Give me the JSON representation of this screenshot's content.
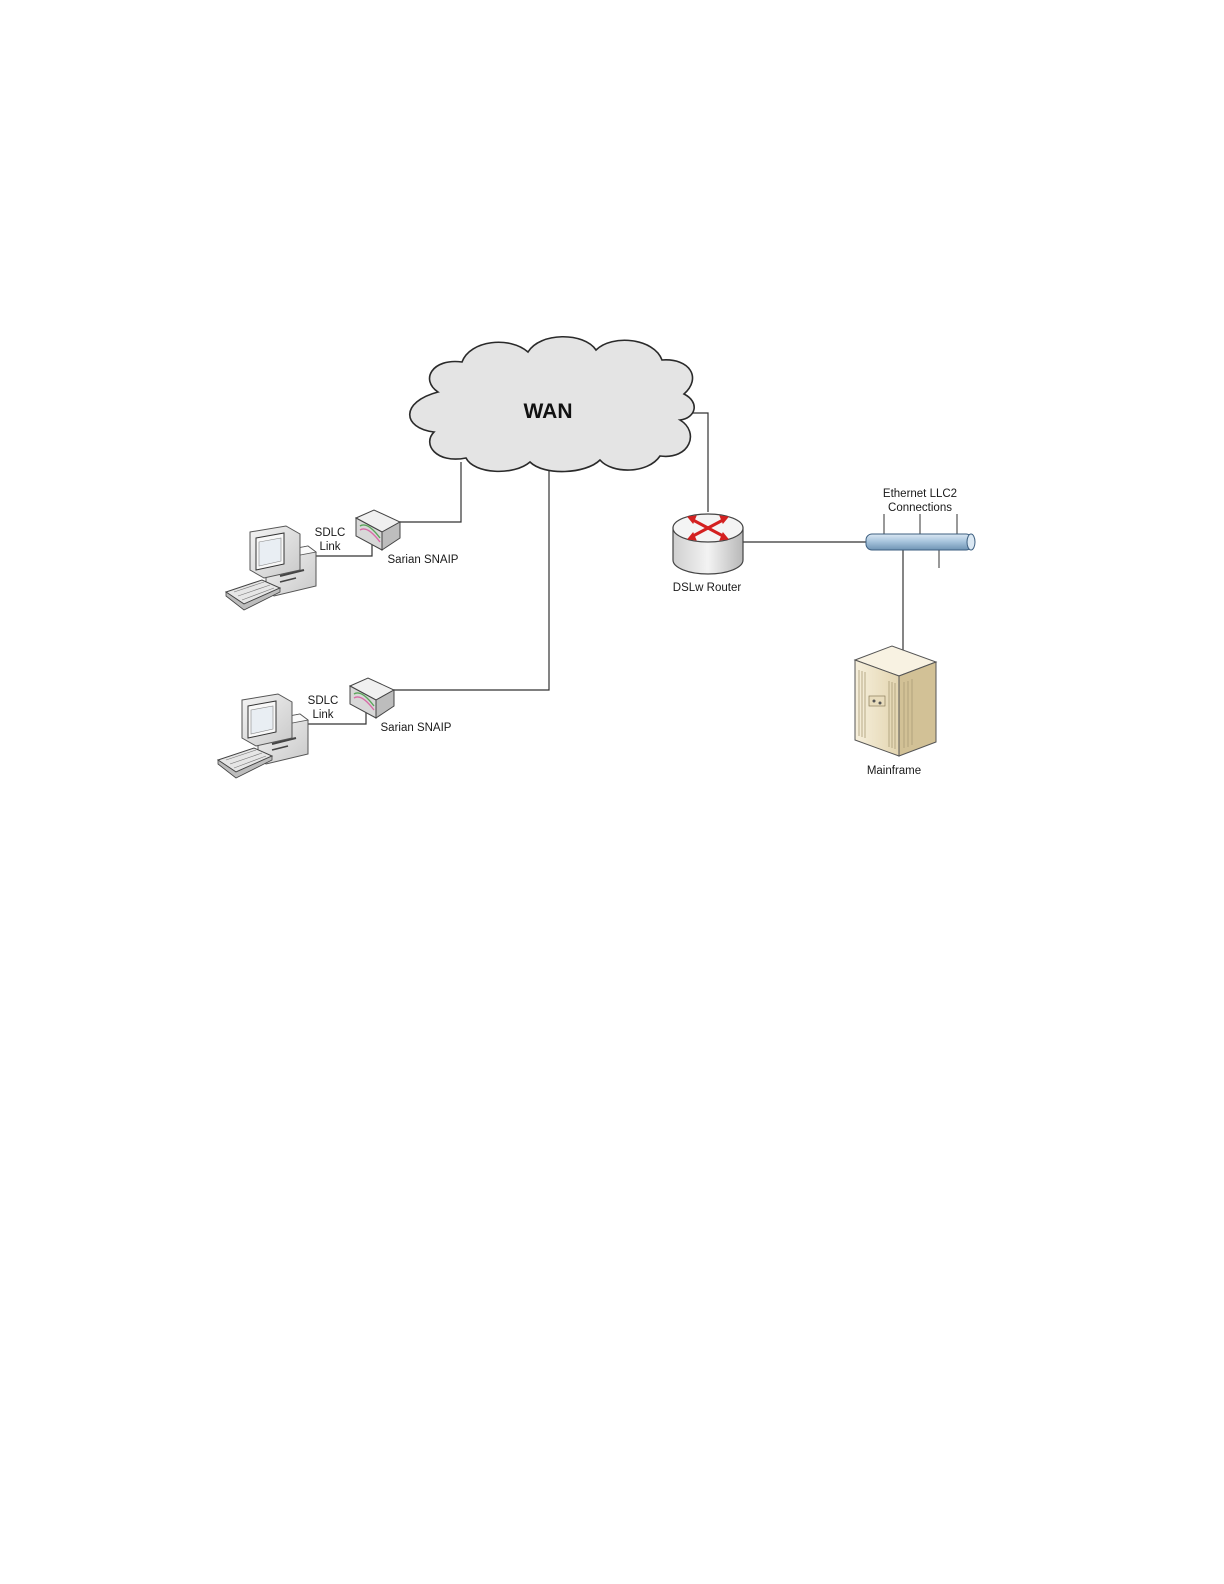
{
  "diagram": {
    "cloud_label": "WAN",
    "snaip_top_label": "Sarian SNAIP",
    "snaip_bottom_label": "Sarian SNAIP",
    "sdlc_top_line1": "SDLC",
    "sdlc_top_line2": "Link",
    "sdlc_bottom_line1": "SDLC",
    "sdlc_bottom_line2": "Link",
    "router_label": "DSLw Router",
    "ethernet_line1": "Ethernet LLC2",
    "ethernet_line2": "Connections",
    "mainframe_label": "Mainframe"
  },
  "colors": {
    "cloud_fill": "#e4e4e4",
    "ethernet_bus": "#9ec0dc",
    "router_arrows": "#d42020",
    "mainframe": "#efe4c8"
  }
}
